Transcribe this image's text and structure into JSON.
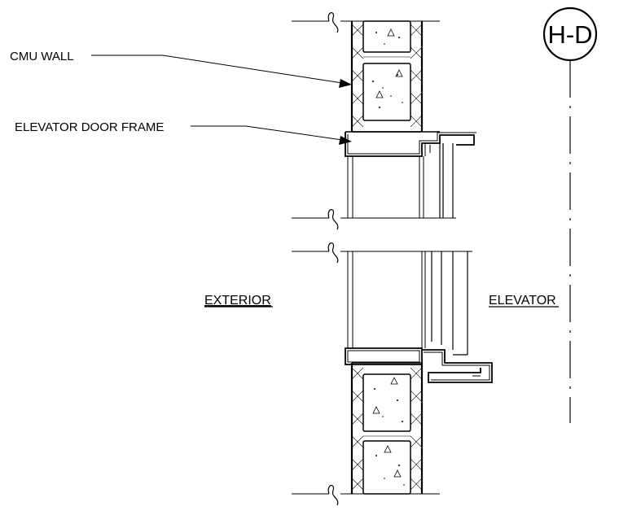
{
  "labels": {
    "cmu_wall": "CMU WALL",
    "door_frame": "ELEVATOR DOOR FRAME",
    "exterior": "EXTERIOR",
    "elevator": "ELEVATOR"
  },
  "grid_bubble": {
    "text": "H-D"
  },
  "colors": {
    "line": "#000000",
    "background": "#ffffff"
  }
}
